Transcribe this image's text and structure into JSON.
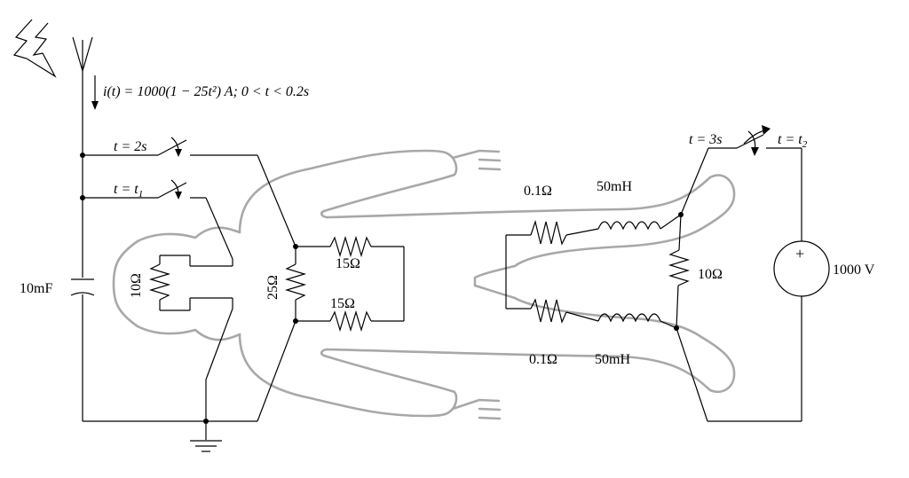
{
  "colors": {
    "wire": "#000000",
    "body_outline": "#a8a8a8",
    "background": "#ffffff"
  },
  "icons": {
    "lightning": "lightning-bolt-icon",
    "antenna": "antenna-icon",
    "ground": "ground-icon"
  },
  "labels": {
    "current_source": "i(t) = 1000(1 − 25t²) A;  0 < t < 0.2s",
    "switch_top_left": "t = 2s",
    "switch_second_left": "t = t",
    "switch_second_left_sub": "1",
    "capacitor": "10mF",
    "head_resistor": "10Ω",
    "chest_resistor_vertical": "25Ω",
    "chest_resistor_upper": "15Ω",
    "chest_resistor_lower": "15Ω",
    "arm_resistor_upper": "0.1Ω",
    "arm_inductor_upper": "50mH",
    "arm_resistor_lower": "0.1Ω",
    "arm_inductor_lower": "50mH",
    "right_resistor": "10Ω",
    "switch_right_1": "t = 3s",
    "switch_right_2": "t = t",
    "switch_right_2_sub": "2",
    "voltage_source": "1000 V",
    "voltage_source_sign": "+"
  }
}
